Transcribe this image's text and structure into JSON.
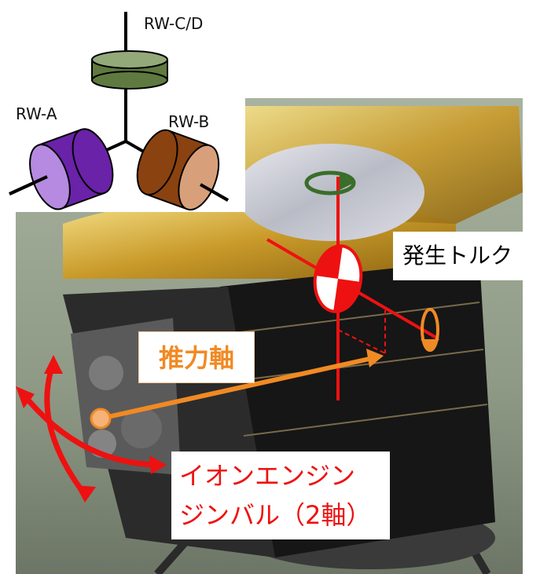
{
  "wheels": {
    "rw_cd": "RW-C/D",
    "rw_a": "RW-A",
    "rw_b": "RW-B"
  },
  "labels": {
    "torque": "発生トルク",
    "thrust_axis": "推力軸",
    "gimbal_line1": "イオンエンジン",
    "gimbal_line2": "ジンバル（2軸）"
  },
  "colors": {
    "rw_cd": "#6e8a4e",
    "rw_a": "#8a3fc9",
    "rw_b": "#a8561a",
    "thrust": "#f08a24",
    "gimbal": "#ee1111",
    "torque_arrow": "#3a6e2a"
  }
}
